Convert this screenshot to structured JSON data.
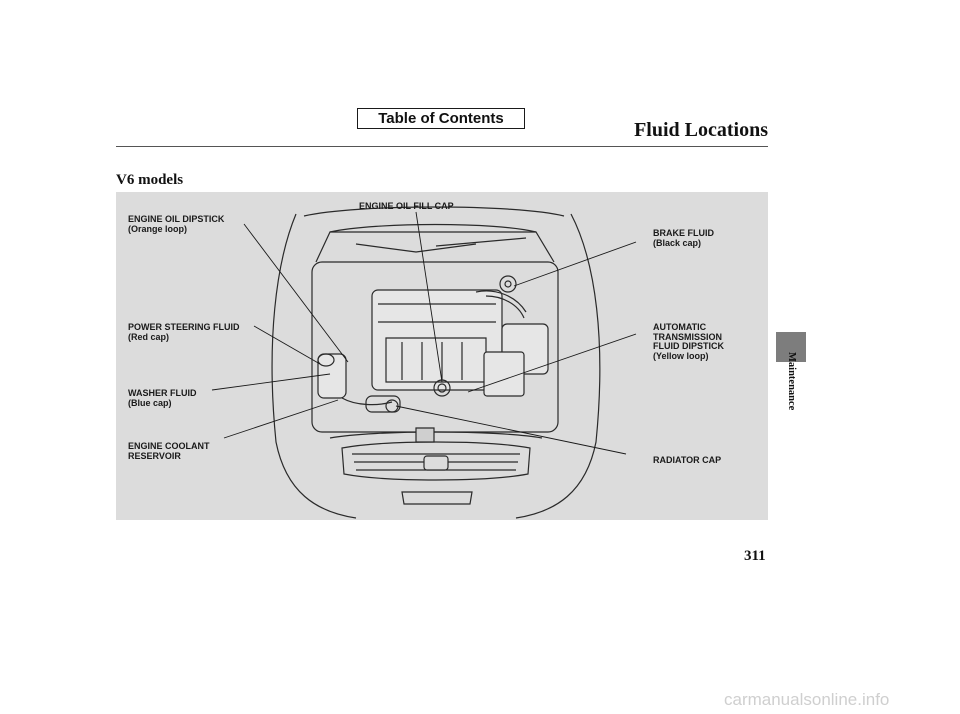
{
  "header": {
    "toc_button": "Table of Contents",
    "page_title": "Fluid Locations"
  },
  "section_title": "V6 models",
  "figure": {
    "labels": {
      "engine_oil_dipstick": "ENGINE OIL DIPSTICK\n(Orange loop)",
      "power_steering_fluid": "POWER STEERING FLUID\n(Red cap)",
      "washer_fluid": "WASHER FLUID\n(Blue cap)",
      "engine_coolant_reservoir": "ENGINE COOLANT\nRESERVOIR",
      "engine_oil_fill_cap": "ENGINE OIL FILL CAP",
      "brake_fluid": "BRAKE FLUID\n(Black cap)",
      "automatic_transmission_fluid_dipstick": "AUTOMATIC\nTRANSMISSION\nFLUID DIPSTICK\n(Yellow loop)",
      "radiator_cap": "RADIATOR CAP"
    }
  },
  "side_tab_label": "Maintenance",
  "page_number": "311",
  "watermark": "carmanualsonline.info"
}
